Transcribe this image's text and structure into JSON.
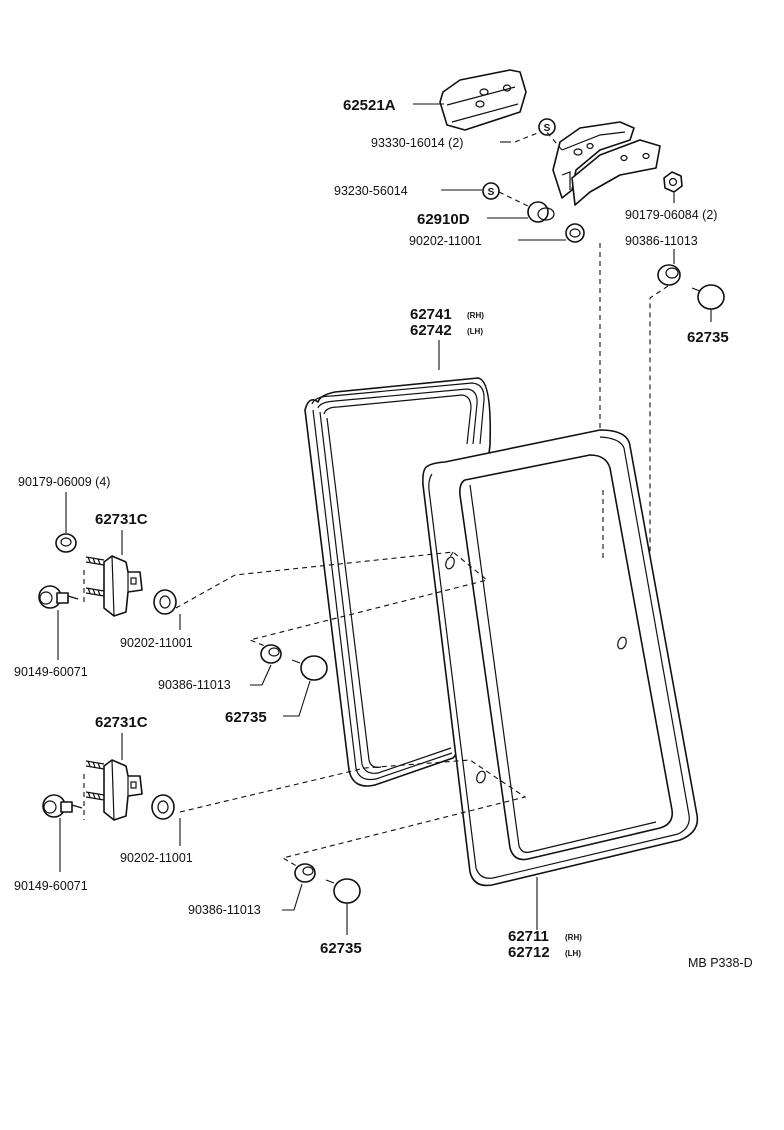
{
  "labels": {
    "p62521A": "62521A",
    "p93330": "93330-16014 (2)",
    "p93230": "93230-56014",
    "p62910D": "62910D",
    "p90202_top": "90202-11001",
    "p90179_top": "90179-06084 (2)",
    "p90386_top": "90386-11013",
    "p62735_top": "62735",
    "p62741": "62741",
    "p62741_side": "(RH)",
    "p62742": "62742",
    "p62742_side": "(LH)",
    "p90179_left": "90179-06009 (4)",
    "p62731C_upper": "62731C",
    "p90202_mid": "90202-11001",
    "p90149_upper": "90149-60071",
    "p90386_mid": "90386-11013",
    "p62735_mid": "62735",
    "p62731C_lower": "62731C",
    "p90202_low": "90202-11001",
    "p90149_lower": "90149-60071",
    "p90386_low": "90386-11013",
    "p62735_low": "62735",
    "p62711": "62711",
    "p62711_side": "(RH)",
    "p62712": "62712",
    "p62712_side": "(LH)",
    "ref": "MB P338-D"
  },
  "symbols": {
    "screw_mark": "S"
  }
}
